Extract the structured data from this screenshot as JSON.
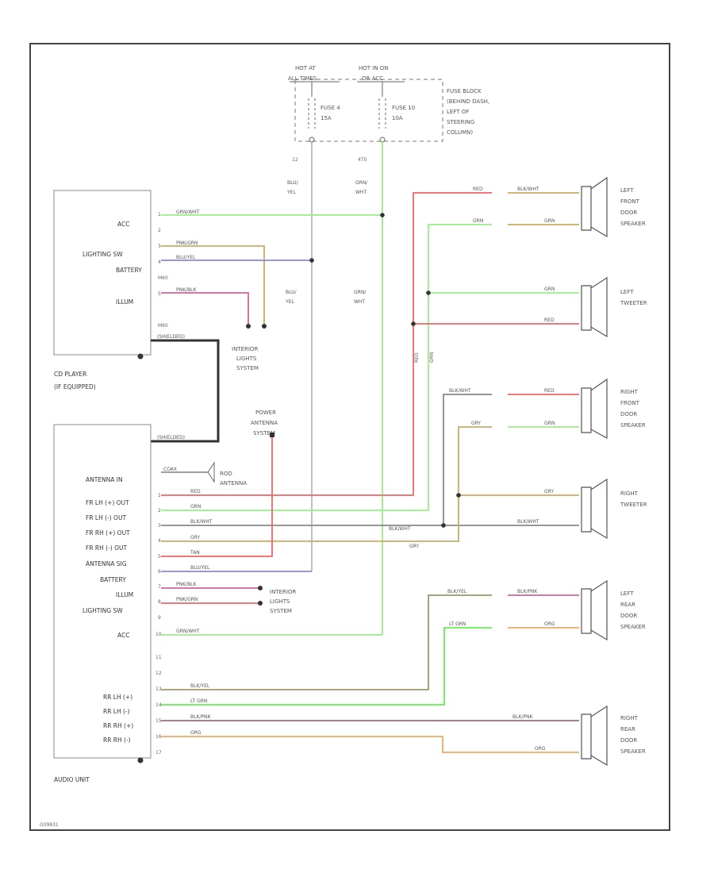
{
  "fuse_block": {
    "hot_at_all_times": [
      "HOT AT",
      "ALL TIMES"
    ],
    "hot_in_on": [
      "HOT IN ON",
      "OR ACC"
    ],
    "fuse_a": [
      "FUSE 4",
      "15A"
    ],
    "fuse_b": [
      "FUSE 10",
      "10A"
    ],
    "desc": [
      "FUSE BLOCK",
      "(BEHIND DASH,",
      "LEFT OF",
      "STEERING",
      "COLUMN)"
    ],
    "wire_a_pin": "12",
    "wire_b_pin": "4T0",
    "wire_a_color": [
      "BLU/",
      "YEL"
    ],
    "wire_b_color": [
      "GRN/",
      "WHT"
    ],
    "wire_a_color2": [
      "BLU/",
      "YEL"
    ],
    "wire_b_color2": [
      "GRN/",
      "WHT"
    ]
  },
  "cd_player": {
    "name": [
      "CD PLAYER",
      "(IF EQUIPPED)"
    ],
    "pins": [
      "ACC",
      "LIGHTING SW",
      "BATTERY",
      "ILLUM"
    ],
    "pin_nums": [
      "1",
      "2",
      "3",
      "4",
      "M60",
      "5",
      "M60"
    ],
    "wires": [
      "GRN/WHT",
      "PNK/GRN",
      "BLU/YEL",
      "PNK/BLK"
    ]
  },
  "interior_lights_1": [
    "INTERIOR",
    "LIGHTS",
    "SYSTEM"
  ],
  "interior_lights_2": [
    "INTERIOR",
    "LIGHTS",
    "SYSTEM"
  ],
  "power_antenna": [
    "POWER",
    "ANTENNA",
    "SYSTEM"
  ],
  "cable_labels": [
    "(SHIELDED)",
    "(SHIELDED)"
  ],
  "rod_antenna": [
    "ROD",
    "ANTENNA"
  ],
  "audio_unit": {
    "name": "AUDIO UNIT",
    "pins": [
      "ANTENNA IN",
      "FR LH (+) OUT",
      "FR LH (-) OUT",
      "FR RH (+) OUT",
      "FR RH (-) OUT",
      "ANTENNA SIG",
      "BATTERY",
      "ILLUM",
      "LIGHTING SW",
      "ACC",
      "RR LH (+)",
      "RR LH (-)",
      "RR RH (+)",
      "RR RH (-)"
    ],
    "pin_nums": [
      "1",
      "2",
      "3",
      "4",
      "5",
      "6",
      "7",
      "8",
      "9",
      "10",
      "11",
      "12",
      "13",
      "14",
      "15",
      "16",
      "17"
    ],
    "wires": [
      "COAX",
      "RED",
      "GRN",
      "BLK/WHT",
      "GRY",
      "TAN",
      "BLU/YEL",
      "PNK/BLK",
      "PNK/GRN",
      "GRN/WHT",
      "BLK/YEL",
      "LT GRN",
      "BLK/PNK",
      "ORG"
    ]
  },
  "speakers": [
    {
      "name": [
        "LEFT",
        "FRONT",
        "DOOR",
        "SPEAKER"
      ],
      "wires": [
        "RED",
        "BLK/WHT",
        "GRN",
        "GRN"
      ]
    },
    {
      "name": [
        "LEFT",
        "TWEETER"
      ],
      "wires": [
        "GRN",
        "RED"
      ]
    },
    {
      "name": [
        "RIGHT",
        "FRONT",
        "DOOR",
        "SPEAKER"
      ],
      "wires": [
        "BLK/WHT",
        "RED",
        "GRY",
        "GRN"
      ]
    },
    {
      "name": [
        "RIGHT",
        "TWEETER"
      ],
      "wires": [
        "GRY",
        "BLK/WHT"
      ]
    },
    {
      "name": [
        "LEFT",
        "REAR",
        "DOOR",
        "SPEAKER"
      ],
      "wires": [
        "BLK/YEL",
        "BLK/PNK",
        "LT GRN",
        "ORG"
      ]
    },
    {
      "name": [
        "RIGHT",
        "REAR",
        "DOOR",
        "SPEAKER"
      ],
      "wires": [
        "BLK/PNK",
        "ORG"
      ]
    }
  ],
  "vertical_wire_labels": [
    "RED",
    "GRN"
  ],
  "mid_labels": [
    "BLK/WHT",
    "GRY"
  ],
  "footer_code": "G09831",
  "colors": {
    "red": "#ee6666",
    "green": "#99ee88",
    "tan": "#ccaa66",
    "blue": "#8888dd",
    "pink": "#cc6699",
    "black": "#333333",
    "gray": "#888888",
    "orange": "#eeaa66",
    "olive": "#999966",
    "frame": "#444444"
  }
}
